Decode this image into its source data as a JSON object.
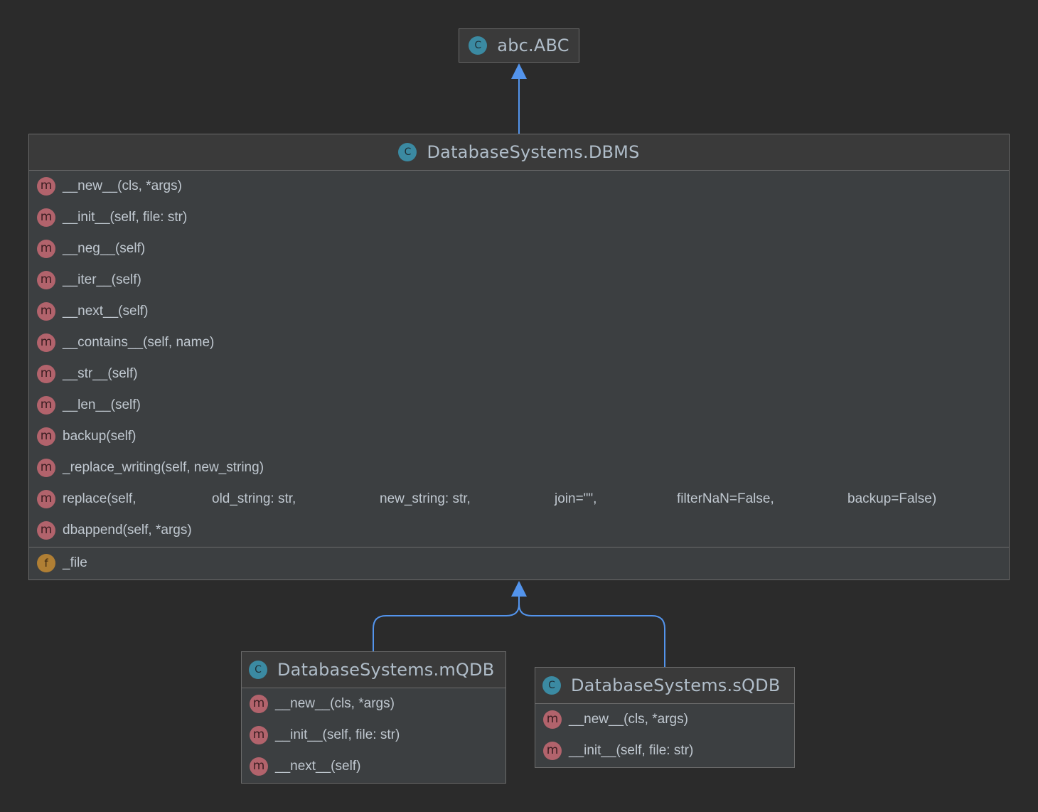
{
  "colors": {
    "background": "#2b2b2b",
    "node_fill": "#3c3f41",
    "node_border": "#6b6b6b",
    "edge": "#5394ec",
    "class_icon": "#3b8aa2",
    "method_icon": "#b2636c",
    "field_icon": "#b07f34"
  },
  "icons": {
    "class": "C",
    "method": "m",
    "field": "f"
  },
  "nodes": {
    "abc": {
      "title": "abc.ABC"
    },
    "dbms": {
      "title": "DatabaseSystems.DBMS",
      "methods": [
        "__new__(cls, *args)",
        "__init__(self, file: str)",
        "__neg__(self)",
        "__iter__(self)",
        "__next__(self)",
        "__contains__(self, name)",
        "__str__(self)",
        "__len__(self)",
        "backup(self)",
        "_replace_writing(self, new_string)"
      ],
      "replace_parts": [
        "replace(self,",
        "old_string: str,",
        "new_string: str,",
        "join=\"\",",
        "filterNaN=False,",
        "backup=False)"
      ],
      "last_method": "dbappend(self, *args)",
      "fields": [
        "_file"
      ]
    },
    "mqdb": {
      "title": "DatabaseSystems.mQDB",
      "methods": [
        "__new__(cls, *args)",
        "__init__(self, file: str)",
        "__next__(self)"
      ]
    },
    "sqdb": {
      "title": "DatabaseSystems.sQDB",
      "methods": [
        "__new__(cls, *args)",
        "__init__(self, file: str)"
      ]
    }
  },
  "edges": [
    {
      "from": "dbms",
      "to": "abc",
      "type": "inheritance"
    },
    {
      "from": "mqdb",
      "to": "dbms",
      "type": "inheritance"
    },
    {
      "from": "sqdb",
      "to": "dbms",
      "type": "inheritance"
    }
  ]
}
